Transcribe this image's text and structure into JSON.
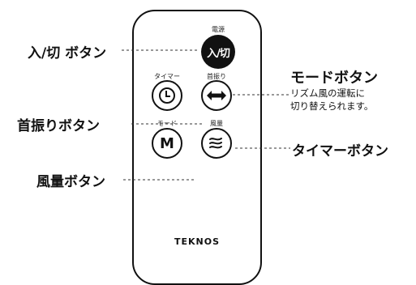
{
  "remote": {
    "power_top_label": "電源",
    "power_button_label": "入/切",
    "timer_top_label": "タイマー",
    "swing_top_label": "首振り",
    "mode_top_label": "モード",
    "wind_top_label": "風量",
    "mode_button_label": "M",
    "brand": "TEKNOS"
  },
  "callouts": {
    "power": "入/切 ボタン",
    "mode": "モードボタン",
    "mode_desc_line1": "リズム風の運転に",
    "mode_desc_line2": "切り替えられます。",
    "swing": "首振りボタン",
    "timer": "タイマーボタン",
    "wind": "風量ボタン"
  },
  "icons": [
    "clock-icon",
    "double-arrow-icon",
    "wind-icon"
  ]
}
